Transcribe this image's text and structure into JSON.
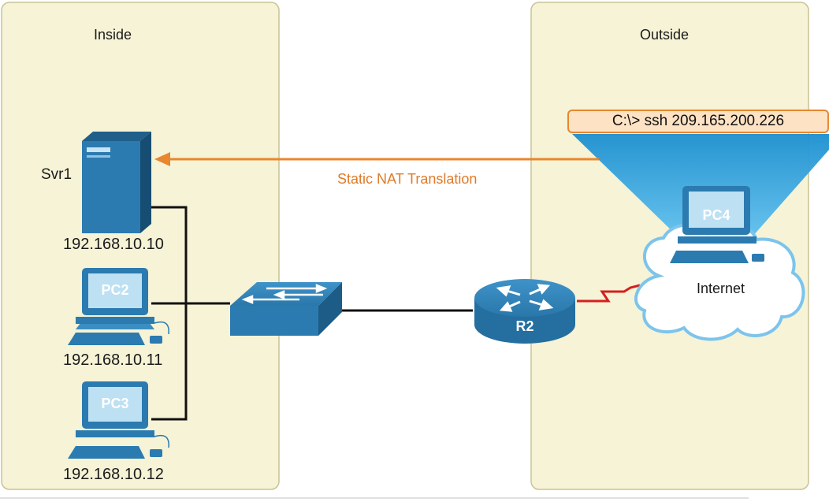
{
  "zones": {
    "inside": "Inside",
    "outside": "Outside"
  },
  "server": {
    "name": "Svr1",
    "ip": "192.168.10.10"
  },
  "pcs": [
    {
      "name": "PC2",
      "ip": "192.168.10.11"
    },
    {
      "name": "PC3",
      "ip": "192.168.10.12"
    }
  ],
  "router": {
    "name": "R2"
  },
  "remote_pc": {
    "name": "PC4",
    "command": "C:\\> ssh 209.165.200.226"
  },
  "cloud": {
    "name": "Internet"
  },
  "translation": {
    "label": "Static NAT Translation"
  },
  "colors": {
    "zone_fill": "#f6f3d6",
    "zone_border": "#c9c396",
    "device": "#2b7bb0",
    "arrow": "#e8872e",
    "serial": "#d42020"
  }
}
